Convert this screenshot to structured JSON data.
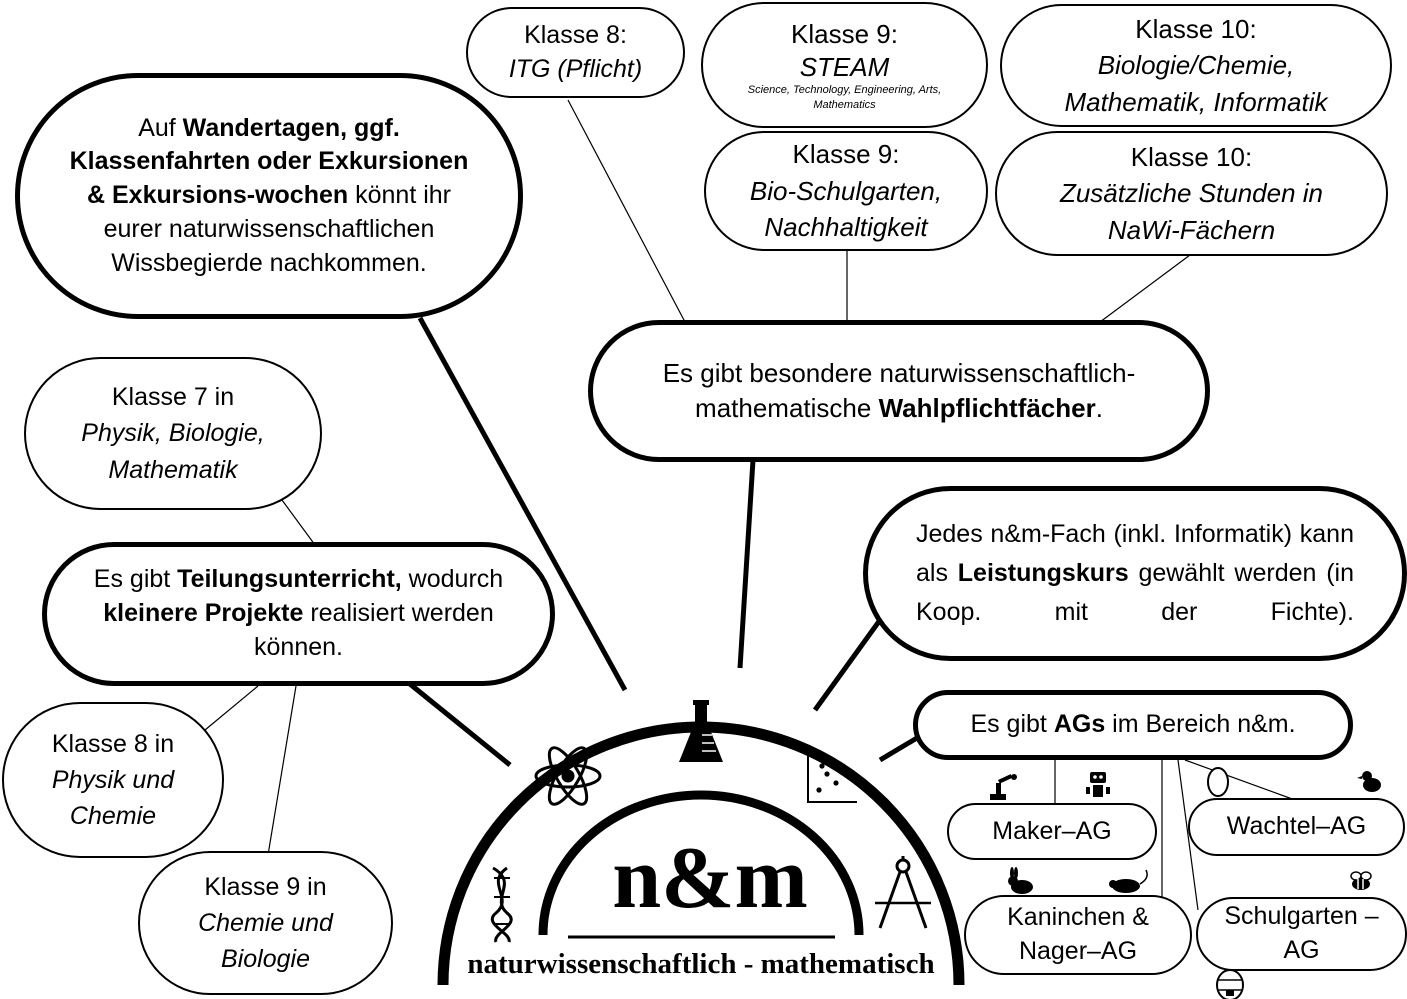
{
  "logo": {
    "main_text": "n&m",
    "subtitle": "naturwissenschaftlich - mathematisch",
    "icons": [
      "atom-icon",
      "flask-icon",
      "scatter-plot-icon",
      "dna-icon",
      "compass-icon"
    ]
  },
  "excursions": {
    "t1": "Auf ",
    "b1": "Wandertagen, ggf. Klassenfahrten oder Exkursionen & Exkursions-wochen",
    "t2": " könnt ihr eurer naturwissenschaftlichen Wissbegierde nachkommen."
  },
  "wahlpflicht": {
    "t1": "Es gibt besondere naturwissenschaftlich-mathematische ",
    "b1": "Wahlpflichtfächer",
    "t2": ".",
    "items": [
      {
        "grade": "Klasse 8:",
        "subject": "ITG (Pflicht)"
      },
      {
        "grade": "Klasse 9:",
        "subject": "STEAM",
        "note": "Science, Technology, Engineering, Arts, Mathematics"
      },
      {
        "grade": "Klasse 10:",
        "subject": "Biologie/Chemie, Mathematik, Informatik"
      },
      {
        "grade": "Klasse 9:",
        "subject": "Bio-Schulgarten, Nachhaltigkeit"
      },
      {
        "grade": "Klasse 10:",
        "subject": "Zusätzliche Stunden in NaWi-Fächern"
      }
    ]
  },
  "teilung": {
    "t1": "Es gibt ",
    "b1": "Teilungsunterricht,",
    "t2": " wodurch ",
    "b2": "kleinere Projekte",
    "t3": " realisiert werden können.",
    "items": [
      {
        "grade": "Klasse 7 in",
        "subjects": "Physik, Biologie, Mathematik"
      },
      {
        "grade": "Klasse 8 in",
        "subjects": "Physik und Chemie"
      },
      {
        "grade": "Klasse 9 in",
        "subjects": "Chemie und Biologie"
      }
    ]
  },
  "leistungskurs": {
    "t1": "Jedes n&m-Fach (inkl. Informatik) kann als ",
    "b1": "Leistungskurs",
    "t2": " gewählt werden (in Koop. mit der Fichte)."
  },
  "ags": {
    "t1": "Es gibt ",
    "b1": "AGs",
    "t2": " im Bereich n&m.",
    "items": [
      "Maker–AG",
      "Wachtel–AG",
      "Kaninchen & Nager–AG",
      "Schulgarten –AG"
    ],
    "icons": [
      "robot-arm-icon",
      "robot-icon",
      "egg-icon",
      "chick-icon",
      "rabbit-icon",
      "mouse-icon",
      "bee-icon",
      "beehive-icon"
    ]
  }
}
